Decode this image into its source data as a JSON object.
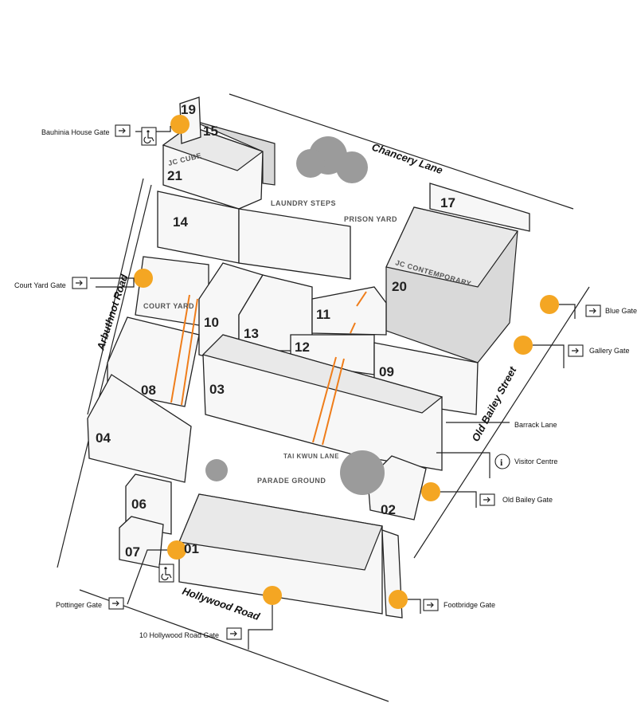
{
  "streets": {
    "chancery": "Chancery Lane",
    "arbuthnot": "Arbuthnot Road",
    "old_bailey": "Old Bailey Street",
    "hollywood": "Hollywood Road"
  },
  "areas": {
    "laundry_steps": "LAUNDRY STEPS",
    "prison_yard": "PRISON YARD",
    "court_yard": "COURT YARD",
    "tai_kwun_lane": "TAI KWUN LANE",
    "parade_ground": "PARADE GROUND",
    "jc_cube": "JC CUBE",
    "jc_contemporary": "JC CONTEMPORARY"
  },
  "buildings": [
    "01",
    "02",
    "03",
    "04",
    "06",
    "07",
    "08",
    "09",
    "10",
    "11",
    "12",
    "13",
    "14",
    "15",
    "17",
    "19",
    "20",
    "21"
  ],
  "gates": {
    "bauhinia": "Bauhinia House Gate",
    "court_yard": "Court Yard Gate",
    "blue": "Blue Gate",
    "gallery": "Gallery Gate",
    "barrack": "Barrack Lane",
    "visitor": "Visitor Centre",
    "old_bailey": "Old Bailey Gate",
    "footbridge": "Footbridge Gate",
    "pottinger": "Pottinger Gate",
    "hollywood10": "10 Hollywood Road Gate"
  },
  "colors": {
    "gate_marker": "#f4a623",
    "stair": "#ef7d1a",
    "tree": "#9b9b9b"
  },
  "icons": {
    "entrance": "entrance-arrow-icon",
    "accessible": "wheelchair-icon",
    "info": "info-icon"
  }
}
